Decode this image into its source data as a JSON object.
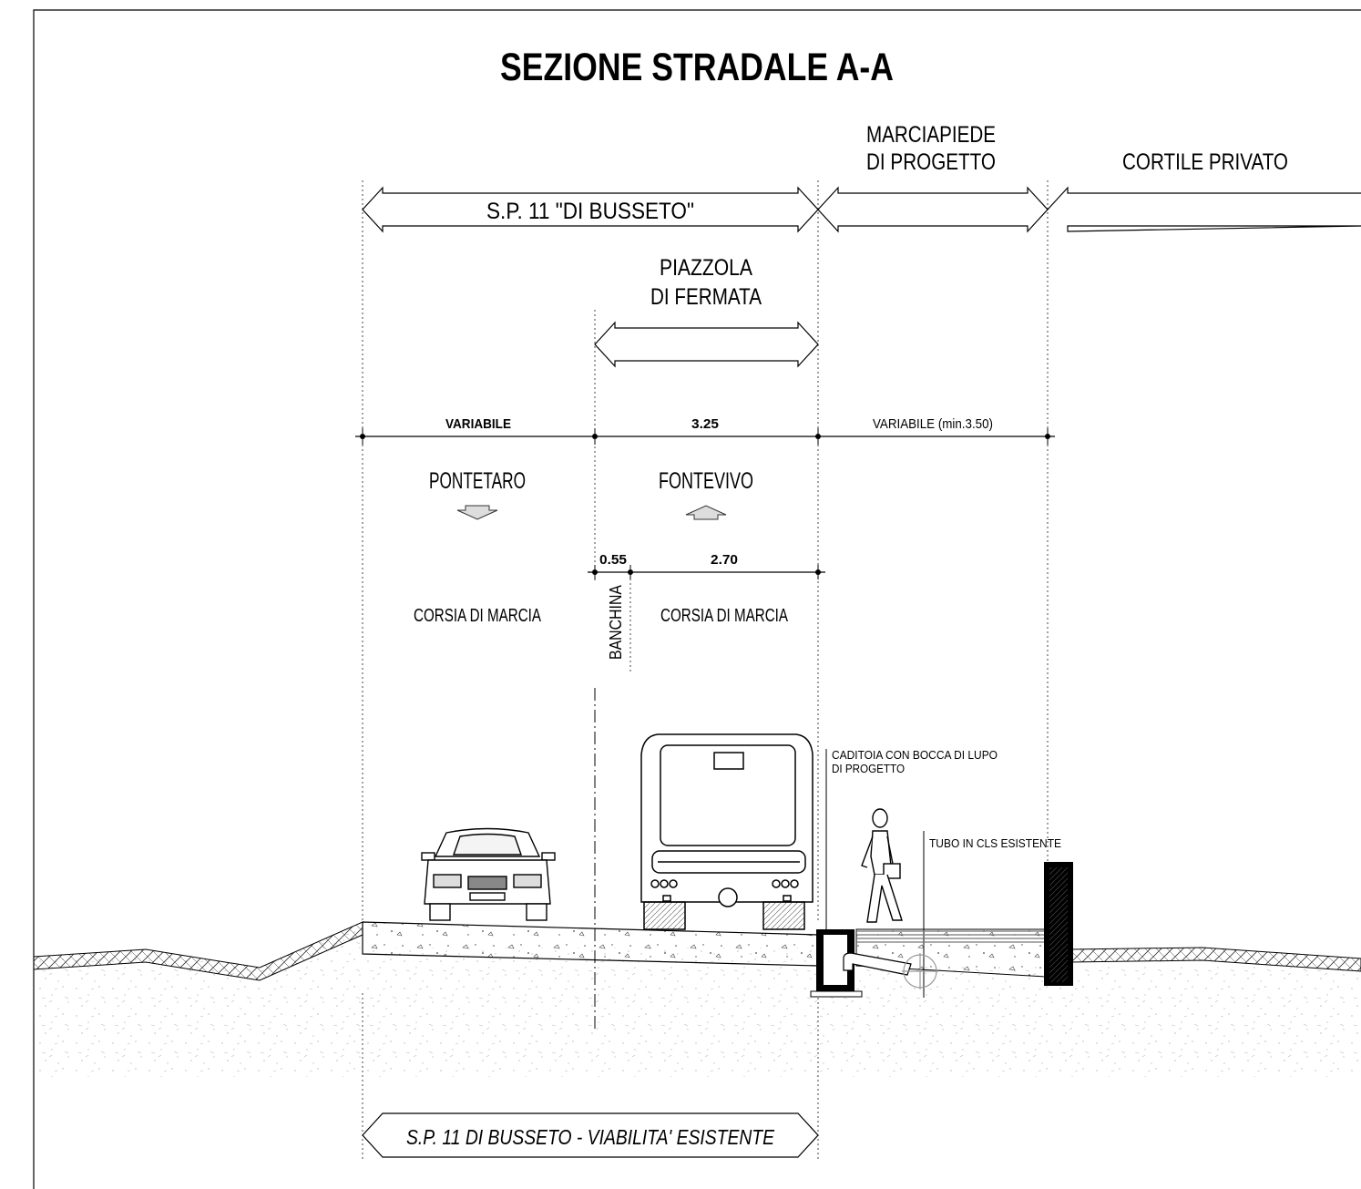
{
  "title": "SEZIONE STRADALE A-A",
  "zones": {
    "sp11": "S.P. 11 \"DI BUSSETO\"",
    "marciapiede_line1": "MARCIAPIEDE",
    "marciapiede_line2": "DI PROGETTO",
    "cortile": "CORTILE PRIVATO",
    "piazzola_line1": "PIAZZOLA",
    "piazzola_line2": "DI FERMATA"
  },
  "dimensions": {
    "main": [
      "VARIABILE",
      "3.25",
      "VARIABILE (min.3.50)"
    ],
    "banchina": "0.55",
    "lane": "2.70"
  },
  "directions": {
    "left": {
      "label": "PONTETARO",
      "arrow": "arrow-down-icon"
    },
    "right": {
      "label": "FONTEVIVO",
      "arrow": "arrow-up-icon"
    }
  },
  "lanes": {
    "left": "CORSIA DI MARCIA",
    "banchina": "BANCHINA",
    "right": "CORSIA DI MARCIA"
  },
  "annotations": {
    "caditoia_line1": "CADITOIA CON BOCCA DI LUPO",
    "caditoia_line2": "DI PROGETTO",
    "tubo": "TUBO IN CLS ESISTENTE"
  },
  "bottom_label": "S.P. 11 DI BUSSETO - VIABILITA' ESISTENTE",
  "icons": [
    "car-icon",
    "bus-icon",
    "pedestrian-icon",
    "wall-icon",
    "manhole-icon",
    "pipe-icon"
  ]
}
